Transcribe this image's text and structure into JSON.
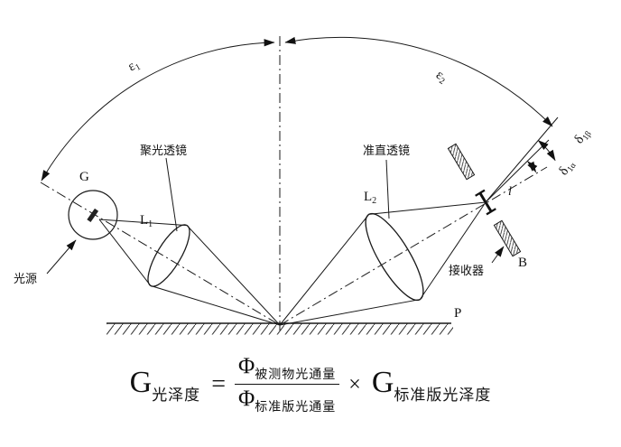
{
  "diagram": {
    "source": {
      "letter": "G",
      "name": "光源"
    },
    "condenser": {
      "title": "聚光透镜",
      "lens_base": "L",
      "lens_sub": "1"
    },
    "collimator": {
      "title": "准直透镜",
      "lens_base": "L",
      "lens_sub": "2"
    },
    "receiver": {
      "title": "接收器",
      "letter": "B"
    },
    "surface_letter": "P",
    "slit_letter": "l",
    "angles": {
      "left": {
        "base": "ε",
        "sub": "1"
      },
      "right": {
        "base": "ε",
        "sub": "2"
      },
      "outer": {
        "base": "δ",
        "sub": "1β"
      },
      "inner": {
        "base": "δ",
        "sub": "1α"
      }
    }
  },
  "formula": {
    "lhs": {
      "base": "G",
      "sub": "光泽度"
    },
    "equals": "=",
    "fraction": {
      "numerator": {
        "base": "Φ",
        "sub": "被测物光通量"
      },
      "denominator": {
        "base": "Φ",
        "sub": "标准版光通量"
      }
    },
    "times": "×",
    "rhs": {
      "base": "G",
      "sub": "标准版光泽度"
    }
  }
}
